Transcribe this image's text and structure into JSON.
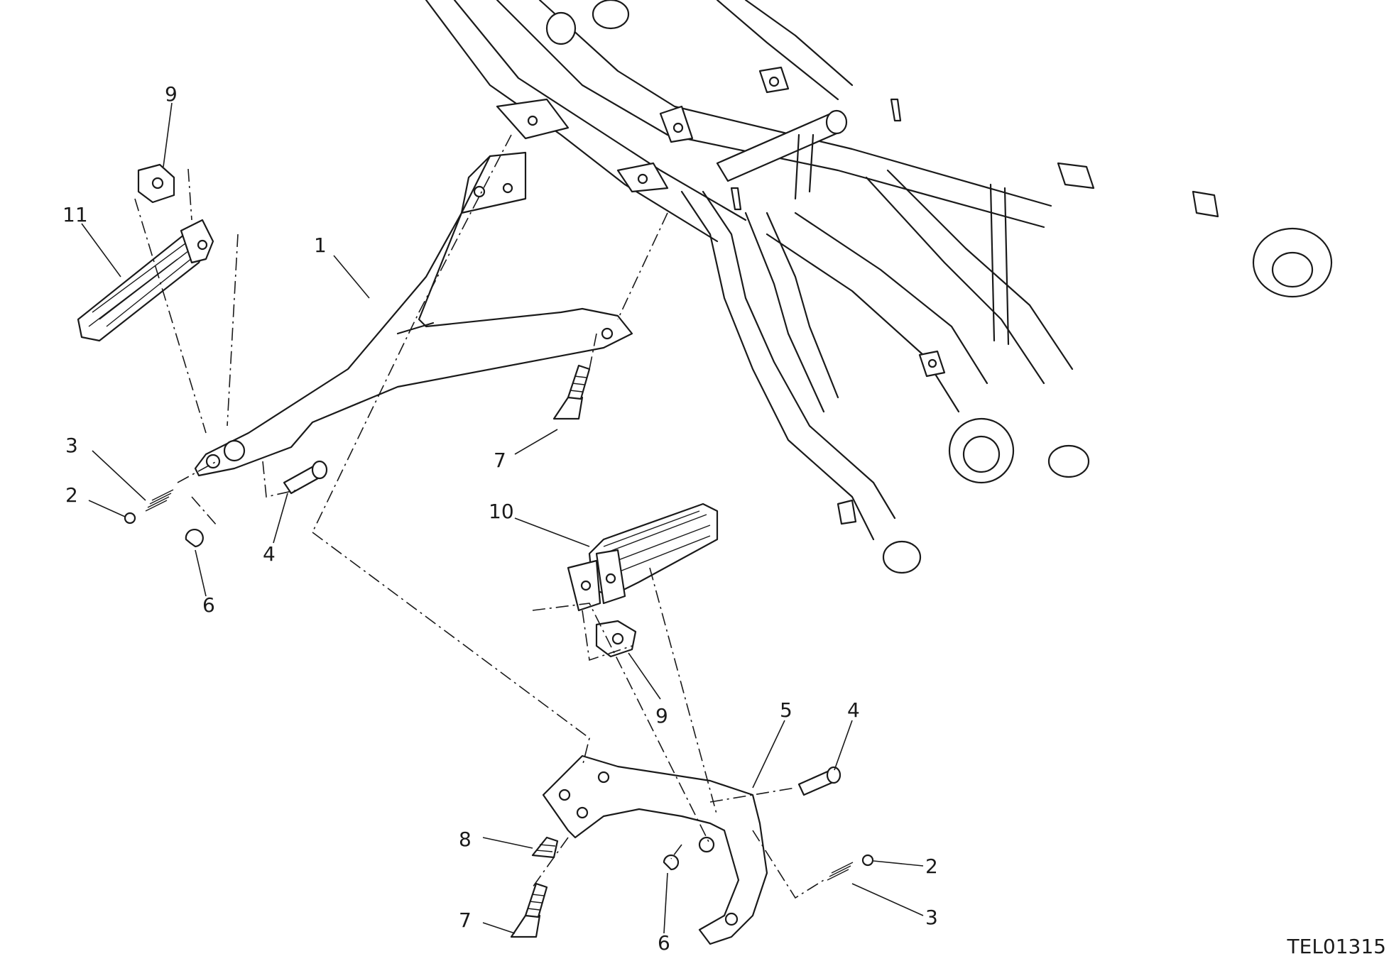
{
  "callouts": {
    "c1": "1",
    "c2_left": "2",
    "c2_right": "2",
    "c3_left": "3",
    "c3_right": "3",
    "c4_left": "4",
    "c4_right": "4",
    "c5": "5",
    "c6_left": "6",
    "c6_right": "6",
    "c7_upper": "7",
    "c7_lower": "7",
    "c8": "8",
    "c9_upper": "9",
    "c9_lower": "9",
    "c10": "10",
    "c11": "11"
  },
  "drawing_code": "TEL01315"
}
